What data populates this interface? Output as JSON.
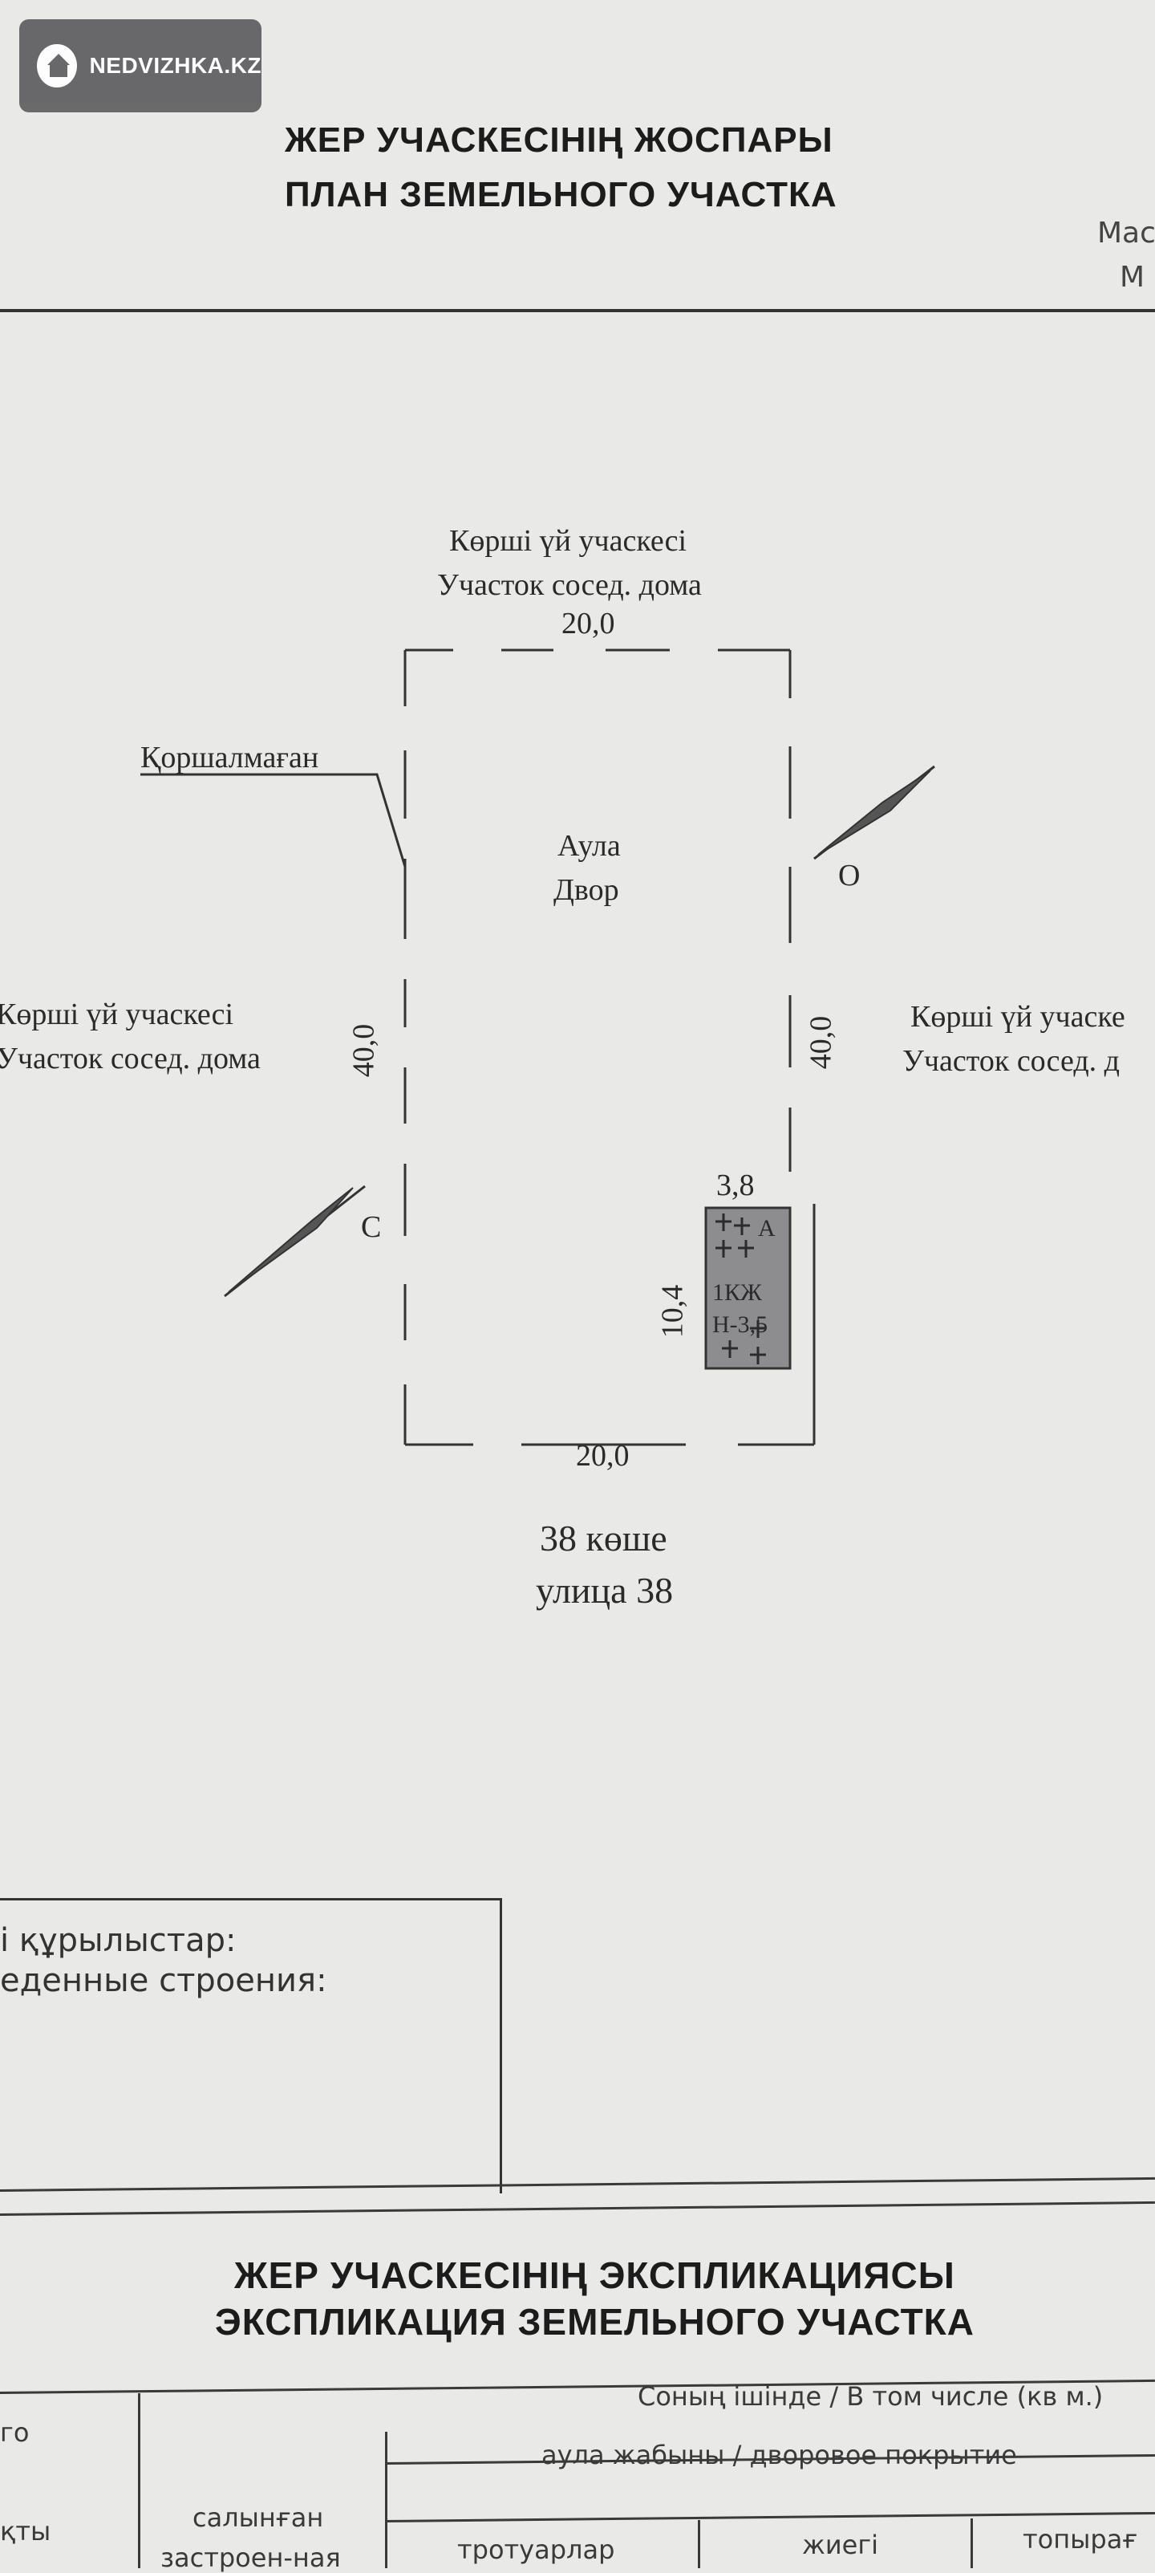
{
  "watermark": {
    "text": "NEDVIZHKA.KZ",
    "icon": "home-icon"
  },
  "plan": {
    "title_kz": "ЖЕР УЧАСКЕСІНІҢ ЖОСПАРЫ",
    "title_ru": "ПЛАН ЗЕМЕЛЬНОГО УЧАСТКА",
    "scale_fragment_1": "Мас",
    "scale_fragment_2": "М"
  },
  "drawing": {
    "north_kz": "Көрші үй учаскесі",
    "north_ru": "Участок сосед. дома",
    "top_dim": "20,0",
    "unfenced": "Қоршалмаған",
    "yard_kz": "Аула",
    "yard_ru": "Двор",
    "west_kz": "Көрші үй учаскесі",
    "west_ru": "Участок сосед. дома",
    "left_dim": "40,0",
    "right_dim": "40,0",
    "east_kz": "Көрші үй учаске",
    "east_ru": "Участок сосед. д",
    "north_arrow_letter": "С",
    "south_arrow_letter": "О",
    "house_width": "3,8",
    "house_length": "10,4",
    "house_letter": "А",
    "house_code": "1КЖ",
    "house_height": "Н-3,5",
    "bottom_dim": "20,0",
    "street_kz": "38 көше",
    "street_ru": "улица 38"
  },
  "buildings_box": {
    "line1": "і құрылыстар:",
    "line2": "еденные строения:"
  },
  "explication": {
    "title_kz": "ЖЕР УЧАСКЕСІНІҢ ЭКСПЛИКАЦИЯСЫ",
    "title_ru": "ЭКСПЛИКАЦИЯ ЗЕМЕЛЬНОГО УЧАСТКА",
    "col_left_top": "го",
    "incl_header": "Соның ішінде / В том числе (кв м.)",
    "yard_cover": "аула жабыны / дворовое покрытие",
    "col_left_bottom": "қты",
    "built_kz": "салынған",
    "built_ru": "застроен-ная",
    "sidewalks": "тротуарлар",
    "edge": "жиегі",
    "soil": "топырағ"
  }
}
